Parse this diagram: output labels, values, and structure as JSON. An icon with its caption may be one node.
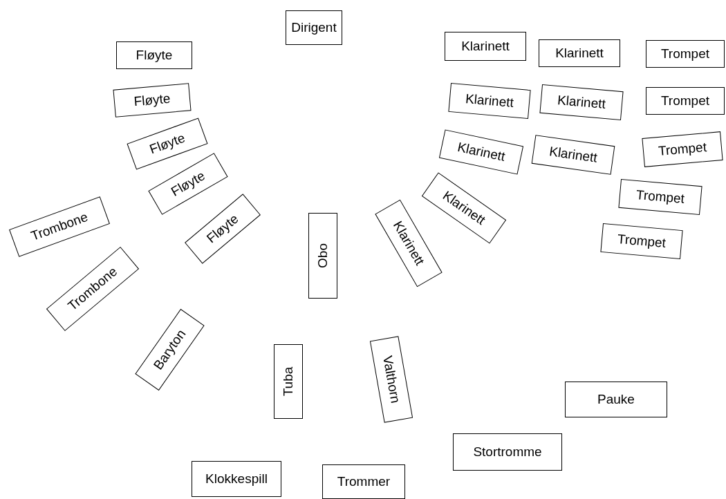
{
  "diagram": {
    "nodes": [
      {
        "text": [
          "Dirigent"
        ]
      },
      {
        "text": [
          "Fløyte"
        ]
      },
      {
        "text": [
          "Klarinett"
        ]
      },
      {
        "text": [
          "Klarinett"
        ]
      },
      {
        "text": [
          "Trompet"
        ]
      },
      {
        "text": [
          "Fløyte"
        ]
      },
      {
        "text": [
          "Klarinett"
        ]
      },
      {
        "text": [
          "Klarinett"
        ]
      },
      {
        "text": [
          "Trompet"
        ]
      },
      {
        "text": [
          "Fløyte"
        ]
      },
      {
        "text": [
          "Klarinett"
        ]
      },
      {
        "text": [
          "Klarinett"
        ]
      },
      {
        "text": [
          "Trompet"
        ]
      },
      {
        "text": [
          "Fløyte"
        ]
      },
      {
        "text": [
          "Trompet"
        ]
      },
      {
        "text": [
          "Trombone"
        ]
      },
      {
        "text": [
          "Fløyte"
        ]
      },
      {
        "text": [
          "Klarinett"
        ]
      },
      {
        "text": [
          "Trompet"
        ]
      },
      {
        "text": [
          "Obo"
        ]
      },
      {
        "text": [
          "Klarinett"
        ]
      },
      {
        "text": [
          "Trombone"
        ]
      },
      {
        "text": [
          "Baryton"
        ]
      },
      {
        "text": [
          "Tuba"
        ]
      },
      {
        "text": [
          "Valthorn"
        ]
      },
      {
        "text": [
          "Pauke"
        ]
      },
      {
        "text": [
          "Stortromme"
        ]
      },
      {
        "text": [
          "Klokkespill"
        ]
      },
      {
        "text": [
          "Trommer"
        ]
      }
    ]
  }
}
